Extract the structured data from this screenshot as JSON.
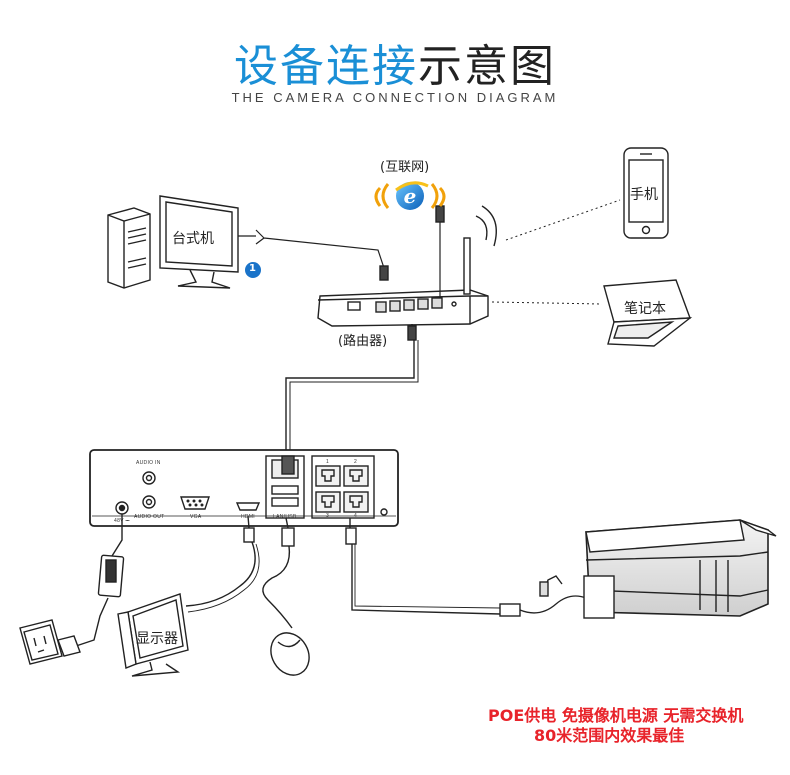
{
  "title": {
    "blue_part": "设备连接",
    "black_part": "示意图",
    "subtitle": "THE CAMERA CONNECTION DIAGRAM"
  },
  "labels": {
    "internet": "(互联网)",
    "desktop": "台式机",
    "router": "(路由器)",
    "phone": "手机",
    "laptop": "笔记本",
    "monitor": "显示器",
    "badge_number": "1"
  },
  "nvr_panel": {
    "audio_in": "AUDIO IN",
    "audio_out": "AUDIO OUT",
    "power": "48V ⎓",
    "vga": "VGA",
    "hdmi": "HDMI",
    "lan_usb": "LAN/USB",
    "port_1": "1",
    "port_2": "2",
    "port_3": "3",
    "port_4": "4"
  },
  "footer": {
    "line1": "POE供电 免摄像机电源 无需交换机",
    "line2": "80米范围内效果最佳"
  },
  "colors": {
    "accent_blue": "#1a8fd6",
    "footer_red": "#e8232a",
    "line": "#222222"
  }
}
